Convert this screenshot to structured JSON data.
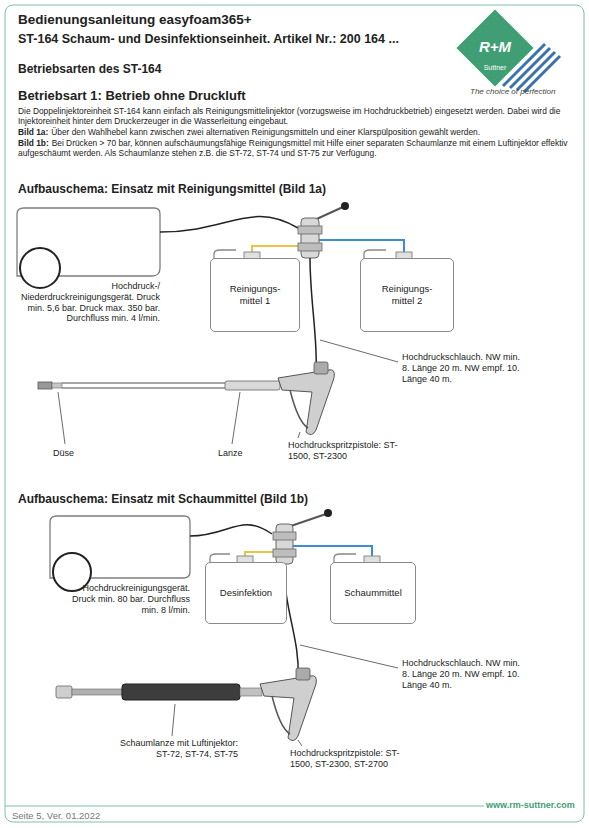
{
  "diagram": {
    "title": "Bedienungsanleitung easyfoam365+",
    "nodes": [
      {
        "text": [
          "Reinigungs- mittel 1"
        ]
      },
      {
        "text": [
          "Reinigungs- mittel 2"
        ]
      },
      {
        "text": [
          "Desinfektion"
        ]
      },
      {
        "text": [
          "Schaummittel"
        ]
      }
    ],
    "labels": [
      "ST-164 Schaum- und Desinfektionseinheit. Artikel Nr.: 200 164 ...",
      "Betriebsarten des ST-164",
      "Betriebsart 1: Betrieb ohne Druckluft",
      "Die Doppelinjektoreinheit ST-164 kann einfach als Reinigungsmittelinjektor (vorzugsweise im Hochdruckbetrieb) eingesetzt werden. Dabei wird die Injektoreinheit hinter dem Druckerzeuger in die Wasserleitung eingebaut.",
      "Bild 1a:",
      "Über den Wahlhebel kann zwischen zwei alternativen Reinigungsmitteln und einer Klarspülposition gewählt werden.",
      "Bild 1b:",
      "Bei Drücken > 70 bar, können aufschäumungsfähige Reinigungsmittel mit Hilfe einer separaten Schaumlanze mit einem Luftinjektor effektiv aufgeschäumt werden. Als Schaumlanze stehen z.B. die ST-72, ST-74 und ST-75 zur Verfügung.",
      "Aufbauschema: Einsatz mit Reinigungsmittel (Bild 1a)",
      "Hochdruck-/ Niederdruckreinigungsgerät. Druck min. 5,6 bar. Druck max. 350 bar. Durchfluss min. 4 l/min.",
      "Hochdruckschlauch. NW min. 8. Länge 20 m. NW empf. 10. Länge 40 m.",
      "Düse",
      "Lanze",
      "Hochdruckspritzpistole: ST-1500, ST-2300",
      "Aufbauschema: Einsatz mit Schaummittel (Bild 1b)",
      "Hochdruckreinigungsgerät. Druck min. 80 bar. Durchfluss min. 8 l/min.",
      "Hochdruckschlauch. NW min. 8. Länge 20 m. NW empf. 10. Länge 40 m.",
      "Schaumlanze mit Luftinjektor: ST-72, ST-74, ST-75",
      "Hochdruckspritzpistole: ST-1500, ST-2300, ST-2700",
      "R+M",
      "Suttner",
      "The choice of perfection",
      "Seite 5, Ver. 01.2022",
      "www.rm-suttner.com"
    ]
  }
}
